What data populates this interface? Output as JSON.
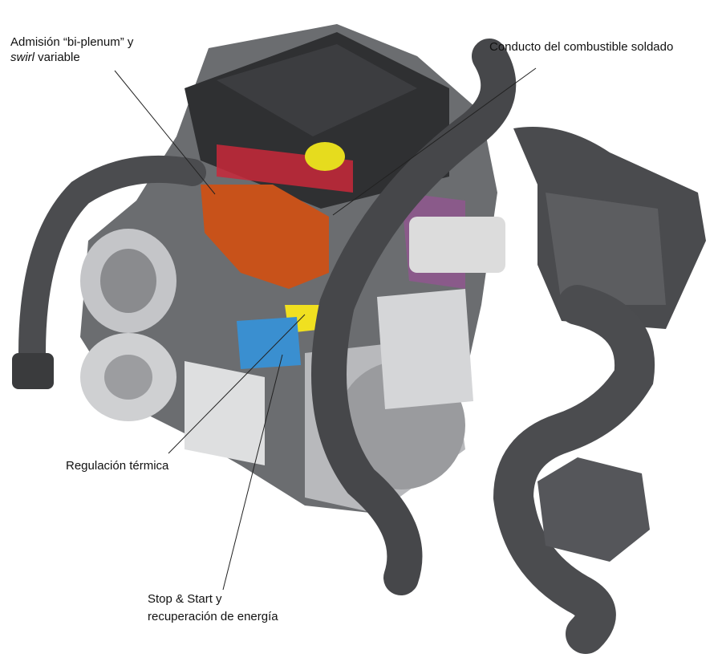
{
  "labels": {
    "intake_line1": "Admisión “bi-plenum” y",
    "intake_swirl": "swirl",
    "intake_line2_rest": " variable",
    "fuel_rail": "Conducto del combustible soldado",
    "thermal": "Regulación térmica",
    "stopstart_line1": "Stop & Start y",
    "stopstart_line2": "recuperación de energía"
  },
  "colors": {
    "engine_dark": "#3a3b3d",
    "engine_mid": "#6b6d70",
    "engine_light": "#c9cacc",
    "intake_orange": "#c8521a",
    "fuel_rail_red": "#c8283a",
    "oil_cap_yellow": "#e6dc1e",
    "thermostat_yellow": "#f0e020",
    "pump_blue": "#3a8fd0",
    "egr_purple": "#8a5a8a"
  }
}
